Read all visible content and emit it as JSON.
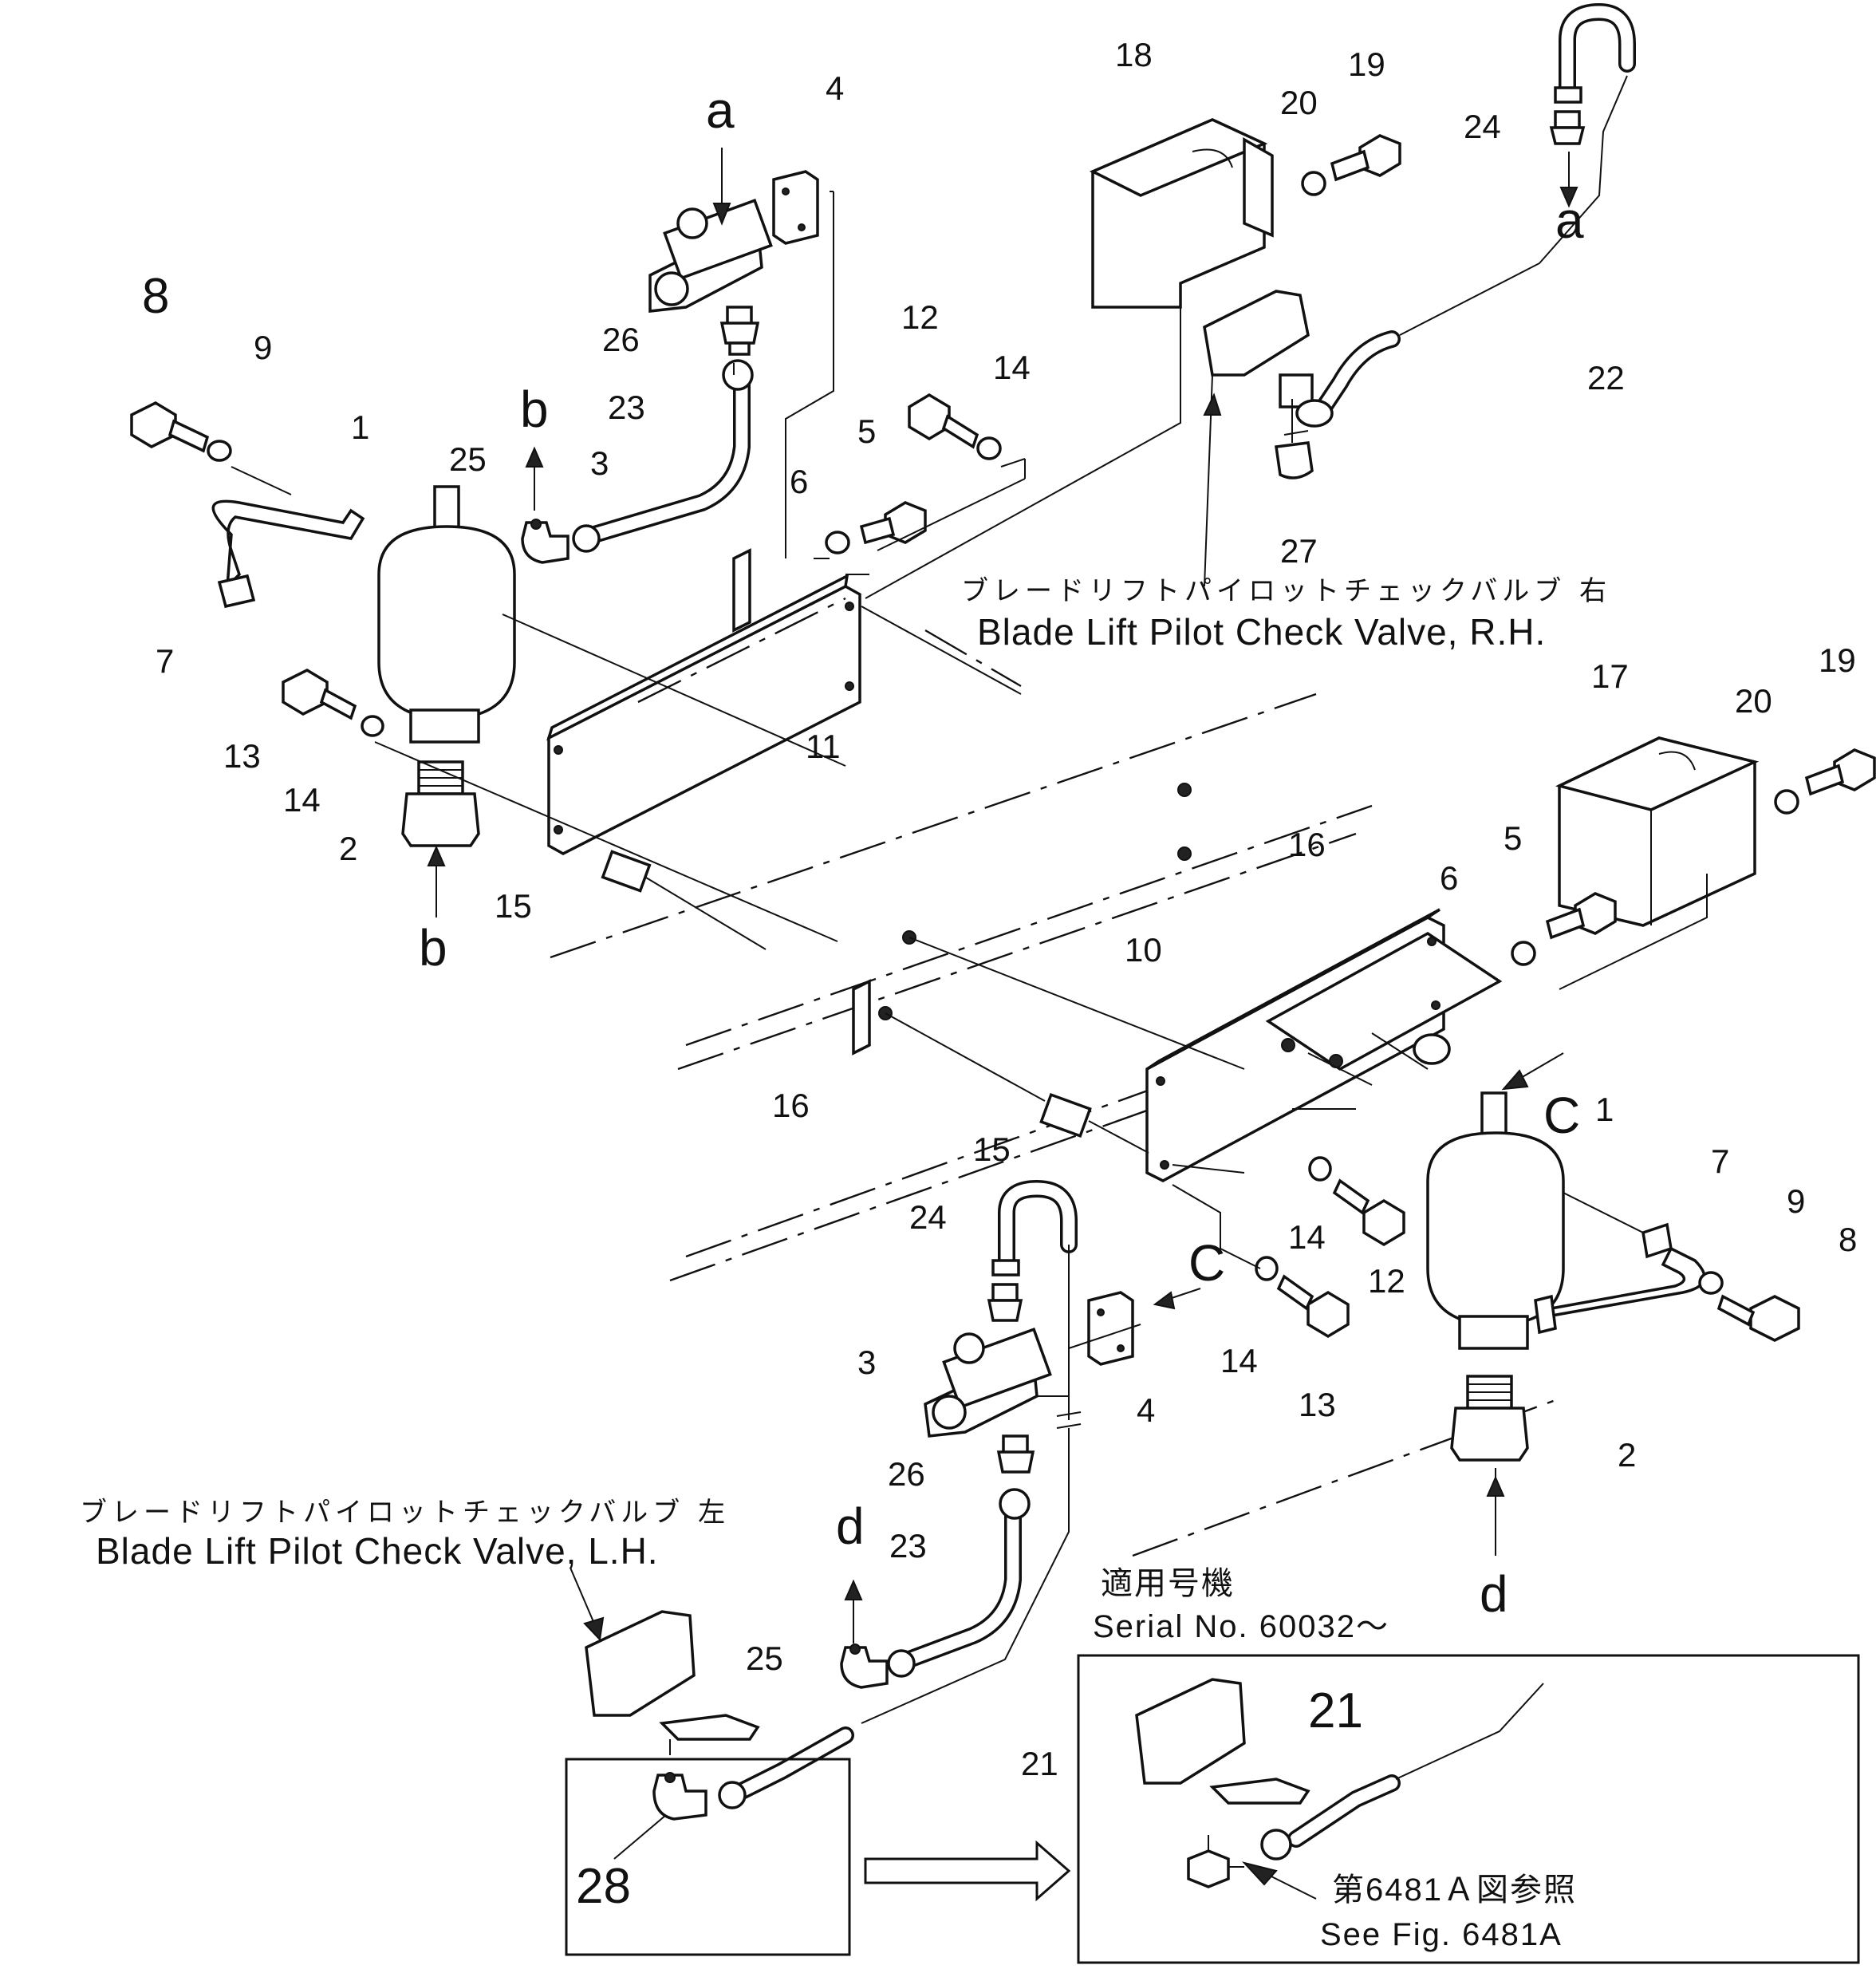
{
  "diagram": {
    "labels": {
      "rh_valve_jp": "ブレードリフトパイロットチェックバルブ 右",
      "rh_valve_en": "Blade Lift Pilot Check Valve, R.H.",
      "lh_valve_jp": "ブレードリフトパイロットチェックバルブ 左",
      "lh_valve_en": "Blade Lift Pilot Check Valve, L.H.",
      "serial_jp": "適用号機",
      "serial_en": "Serial No. 60032～",
      "see_fig_jp": "第6481Ａ図参照",
      "see_fig_en": "See Fig. 6481A"
    },
    "letters": {
      "a1": "a",
      "a2": "a",
      "b1": "b",
      "b2": "b",
      "c1": "C",
      "c2": "C",
      "d1": "d",
      "d2": "d"
    },
    "callouts": {
      "n1": "1",
      "n1b": "1",
      "n2": "2",
      "n2b": "2",
      "n3": "3",
      "n3b": "3",
      "n4": "4",
      "n4b": "4",
      "n5": "5",
      "n5b": "5",
      "n6": "6",
      "n6b": "6",
      "n7": "7",
      "n7b": "7",
      "n8": "8",
      "n8b": "8",
      "n9": "9",
      "n9b": "9",
      "n10": "10",
      "n11": "11",
      "n12": "12",
      "n12b": "12",
      "n13": "13",
      "n13b": "13",
      "n14": "14",
      "n14b": "14",
      "n14c": "14",
      "n15": "15",
      "n15b": "15",
      "n16": "16",
      "n16b": "16",
      "n17": "17",
      "n18": "18",
      "n19": "19",
      "n19b": "19",
      "n20": "20",
      "n20b": "20",
      "n21": "21",
      "n21b": "21",
      "n22": "22",
      "n23": "23",
      "n23b": "23",
      "n24": "24",
      "n24b": "24",
      "n25": "25",
      "n25b": "25",
      "n26": "26",
      "n26b": "26",
      "n27": "27",
      "n28": "28"
    }
  }
}
